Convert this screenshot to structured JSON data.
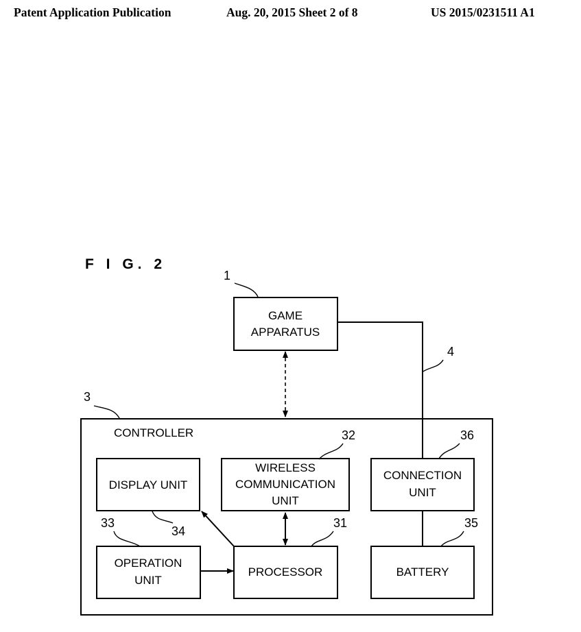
{
  "header": {
    "left": "Patent Application Publication",
    "center": "Aug. 20, 2015  Sheet 2 of 8",
    "right": "US 2015/0231511 A1"
  },
  "figure": {
    "label": "F I G. 2",
    "blocks": {
      "game_apparatus": {
        "ref": "1",
        "lines": [
          "GAME",
          "APPARATUS"
        ]
      },
      "controller": {
        "ref": "3",
        "lines": [
          "CONTROLLER"
        ]
      },
      "processor": {
        "ref": "31",
        "lines": [
          "PROCESSOR"
        ]
      },
      "wireless": {
        "ref": "32",
        "lines": [
          "WIRELESS",
          "COMMUNICATION",
          "UNIT"
        ]
      },
      "operation": {
        "ref": "33",
        "lines": [
          "OPERATION",
          "UNIT"
        ]
      },
      "display": {
        "ref": "34",
        "lines": [
          "DISPLAY UNIT"
        ]
      },
      "battery": {
        "ref": "35",
        "lines": [
          "BATTERY"
        ]
      },
      "connection": {
        "ref": "36",
        "lines": [
          "CONNECTION",
          "UNIT"
        ]
      }
    },
    "cable": {
      "ref": "4"
    }
  }
}
